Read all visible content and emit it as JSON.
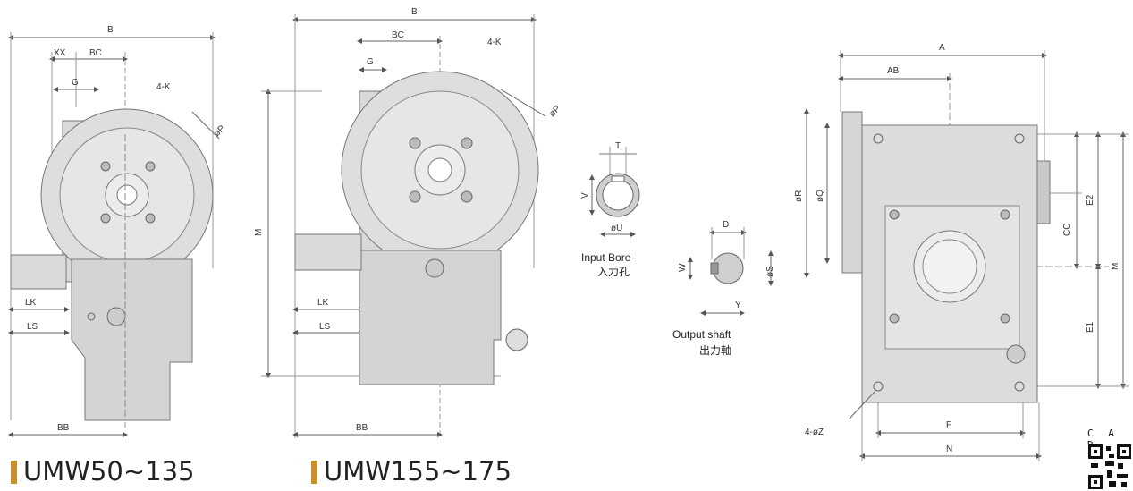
{
  "labels": {
    "d1": {
      "B": "B",
      "XX": "XX",
      "BC": "BC",
      "G": "G",
      "K": "4-K",
      "P": "øP",
      "LK": "LK",
      "LS": "LS",
      "BB": "BB"
    },
    "d2": {
      "B": "B",
      "BC": "BC",
      "G": "G",
      "K": "4-K",
      "P": "øP",
      "M": "M",
      "LK": "LK",
      "LS": "LS",
      "BB": "BB"
    },
    "bore": {
      "T": "T",
      "V": "V",
      "U": "øU",
      "caption_en": "Input Bore",
      "caption_cn": "入力孔"
    },
    "shaft": {
      "D": "D",
      "W": "W",
      "S": "øS",
      "Y": "Y",
      "caption_en": "Output shaft",
      "caption_cn": "出力軸"
    },
    "d3": {
      "A": "A",
      "AB": "AB",
      "R": "øR",
      "Q": "øQ",
      "E2": "E2",
      "CC": "CC",
      "M": "M",
      "E1": "E1",
      "F": "F",
      "N": "N",
      "Z": "4-øZ"
    }
  },
  "titles": {
    "left": "UMW50~135",
    "right": "UMW155~175"
  },
  "cad": {
    "label": "C A D"
  },
  "colors": {
    "accent": "#c8902a",
    "body": "#d7d7d7",
    "line": "#555555"
  }
}
